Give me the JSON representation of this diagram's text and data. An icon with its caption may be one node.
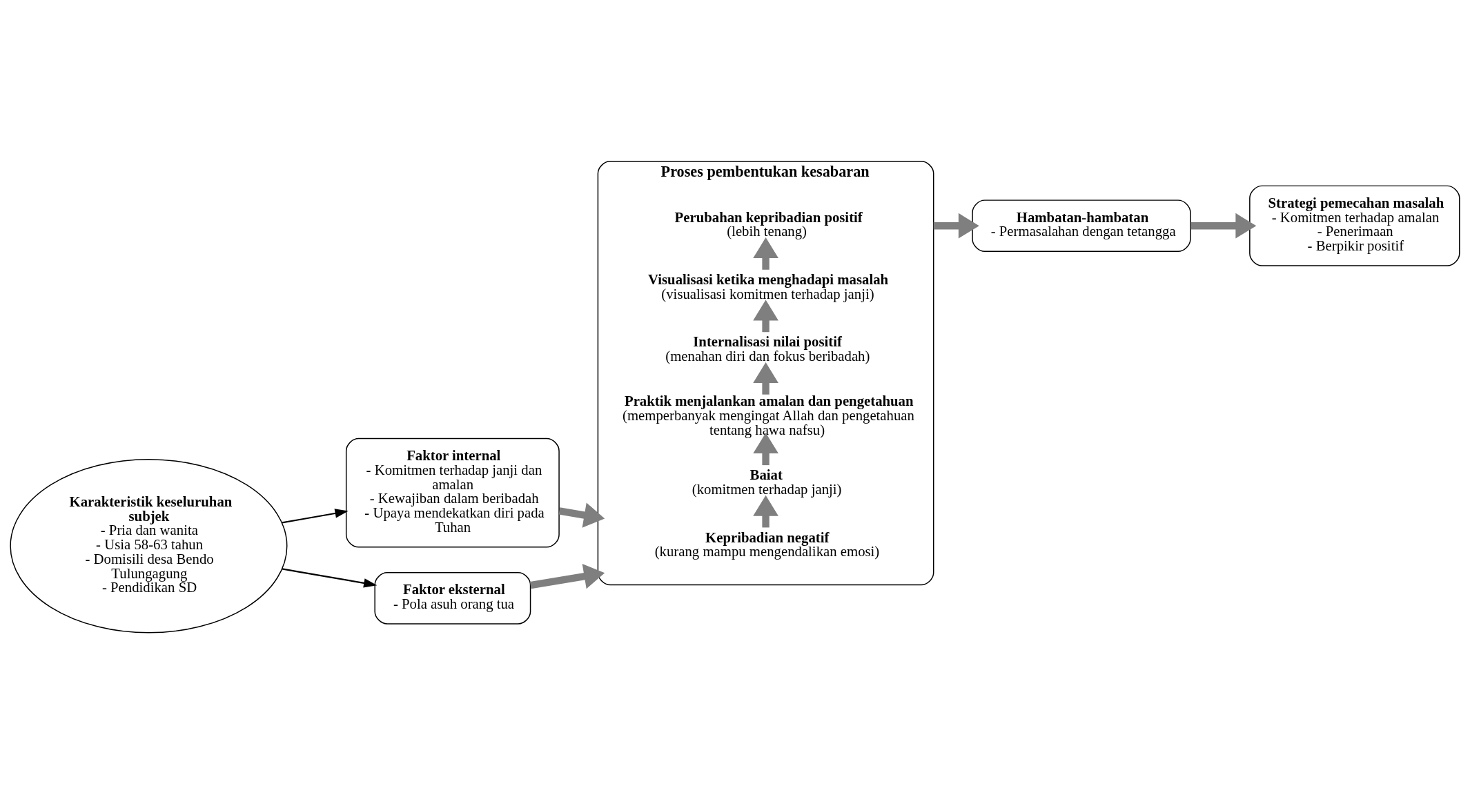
{
  "diagram": {
    "nodes": [
      {
        "text": [
          "Karakteristik keseluruhan subjek",
          "- Pria dan wanita",
          "- Usia 58-63 tahun",
          "- Domisili desa Bendo Tulungagung",
          "- Pendidikan SD"
        ]
      },
      {
        "text": [
          "Faktor internal",
          "- Komitmen terhadap janji dan amalan",
          "- Kewajiban dalam beribadah",
          "- Upaya mendekatkan diri pada Tuhan"
        ]
      },
      {
        "text": [
          "Faktor eksternal",
          "- Pola asuh orang tua"
        ]
      },
      {
        "text": [
          "Proses pembentukan kesabaran"
        ]
      },
      {
        "text": [
          "**Kepribadian negatif** (kurang mampu mengendalikan emosi)"
        ],
        "in": 3
      },
      {
        "text": [
          "**Baiat** (komitmen terhadap janji)"
        ],
        "in": 3
      },
      {
        "text": [
          "**Praktik menjalankan amalan dan pengetahuan** (memperbanyak mengingat Allah dan pengetahuan tentang hawa nafsu)"
        ],
        "in": 3
      },
      {
        "text": [
          "**Internalisasi nilai positif** (menahan diri dan fokus beribadah)"
        ],
        "in": 3
      },
      {
        "text": [
          "**Visualisasi ketika menghadapi masalah** (visualisasi komitmen terhadap janji)"
        ],
        "in": 3
      },
      {
        "text": [
          "**Perubahan kepribadian positif** (lebih tenang)"
        ],
        "in": 3
      },
      {
        "text": [
          "Hambatan-hambatan",
          "- Permasalahan dengan tetangga"
        ]
      },
      {
        "text": [
          "Strategi pemecahan masalah",
          "- Komitmen terhadap amalan",
          "- Penerimaan",
          "- Berpikir positif"
        ]
      }
    ],
    "edges": [
      {
        "from": 0,
        "to": 1,
        "arrow": "to",
        "color": "#000000"
      },
      {
        "from": 0,
        "to": 2,
        "arrow": "to",
        "color": "#000000"
      },
      {
        "from": 1,
        "to": 3,
        "arrow": "to"
      },
      {
        "from": 2,
        "to": 3,
        "arrow": "to"
      },
      {
        "from": 4,
        "to": 5,
        "arrow": "to"
      },
      {
        "from": 5,
        "to": 6,
        "arrow": "to"
      },
      {
        "from": 6,
        "to": 7,
        "arrow": "to"
      },
      {
        "from": 7,
        "to": 8,
        "arrow": "to"
      },
      {
        "from": 8,
        "to": 9,
        "arrow": "to"
      },
      {
        "from": 3,
        "to": 10,
        "arrow": "to"
      },
      {
        "from": 10,
        "to": 11,
        "arrow": "to"
      }
    ]
  }
}
